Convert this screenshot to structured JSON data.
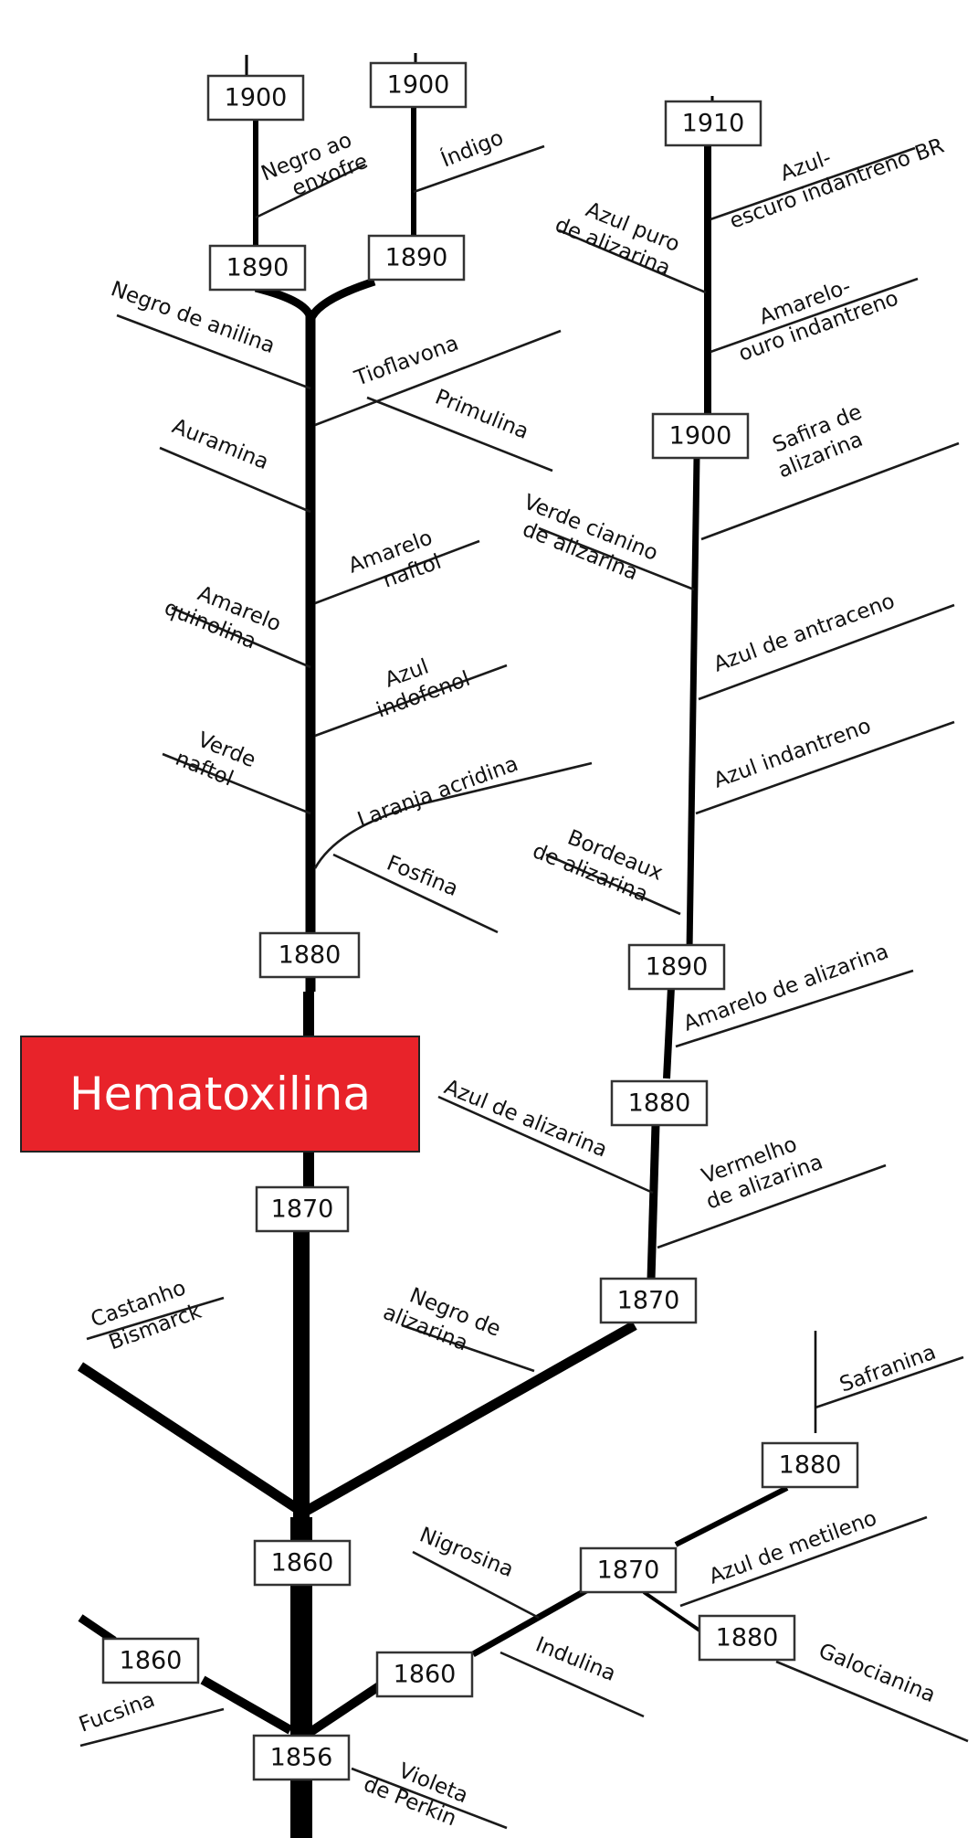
{
  "highlight": {
    "label": "Hematoxilina",
    "color": "#e8232a"
  },
  "years": [
    "1900",
    "1900",
    "1910",
    "1890",
    "1890",
    "1900",
    "1880",
    "1890",
    "1880",
    "1870",
    "1870",
    "1880",
    "1860",
    "1870",
    "1860",
    "1880",
    "1860",
    "1856"
  ],
  "labels": {
    "negro_ao_enxofre": [
      "Negro ao",
      "enxofre"
    ],
    "indigo": [
      "Índigo"
    ],
    "azul_escuro_indantreno": [
      "Azul-",
      "escuro indantreno BR"
    ],
    "azul_puro_alizarina": [
      "Azul puro",
      "de alizarina"
    ],
    "amarelo_ouro_indantreno": [
      "Amarelo-",
      "ouro indantreno"
    ],
    "negro_anilina": [
      "Negro de anilina"
    ],
    "tioflavona": [
      "Tioflavona"
    ],
    "primulina": [
      "Primulina"
    ],
    "safira_alizarina": [
      "Safira de",
      "alizarina"
    ],
    "auramina": [
      "Auramina"
    ],
    "verde_cianino": [
      "Verde cianino",
      "de alizarina"
    ],
    "amarelo_naftol": [
      "Amarelo",
      "naftol"
    ],
    "amarelo_quinolina": [
      "Amarelo",
      "quinolina"
    ],
    "azul_antraceno": [
      "Azul de antraceno"
    ],
    "azul_indofenol": [
      "Azul",
      "indofenol"
    ],
    "azul_indantreno": [
      "Azul indantreno"
    ],
    "verde_naftol": [
      "Verde",
      "naftol"
    ],
    "laranja_acridina": [
      "Laranja acridina"
    ],
    "bordeaux_alizarina": [
      "Bordeaux",
      "de alizarina"
    ],
    "fosfina": [
      "Fosfina"
    ],
    "amarelo_alizarina": [
      "Amarelo de alizarina"
    ],
    "azul_alizarina": [
      "Azul de alizarina"
    ],
    "vermelho_alizarina": [
      "Vermelho",
      "de alizarina"
    ],
    "castanho_bismarck": [
      "Castanho",
      "Bismarck"
    ],
    "negro_alizarina": [
      "Negro de",
      "alizarina"
    ],
    "safranina": [
      "Safranina"
    ],
    "nigrosina": [
      "Nigrosina"
    ],
    "azul_metileno": [
      "Azul de metileno"
    ],
    "indulina": [
      "Indulina"
    ],
    "galocianina": [
      "Galocianina"
    ],
    "fucsina": [
      "Fucsina"
    ],
    "violeta_perkin": [
      "Violeta",
      "de Perkin"
    ]
  }
}
